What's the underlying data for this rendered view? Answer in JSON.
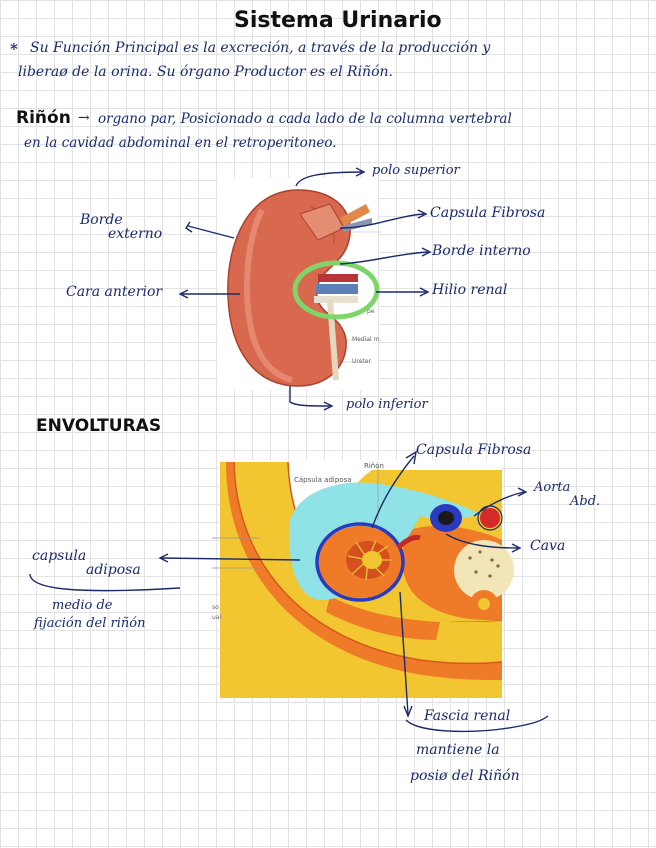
{
  "title": "Sistema Urinario",
  "intro": {
    "bullet": "*",
    "line1": "Su Función Principal es la excreción, a través de la producción y",
    "line2": "liberaø de la orina. Su órgano Productor es el Riñón."
  },
  "rinon": {
    "term": "Riñón",
    "arrow": "→",
    "line1": "organo par, Posicionado a cada lado de la columna vertebral",
    "line2": "en la cavidad abdominal en el retroperitoneo."
  },
  "kidney_labels": {
    "polo_superior": "polo superior",
    "capsula_fibrosa": "Capsula Fibrosa",
    "borde_externo_1": "Borde",
    "borde_externo_2": "externo",
    "borde_interno": "Borde interno",
    "cara_anterior": "Cara anterior",
    "hilio_renal": "Hilio renal",
    "polo_inferior": "polo inferior"
  },
  "figure1_small_labels": {
    "pe": "pe",
    "medial": "Medial m.",
    "ureter": "Ureter"
  },
  "envolturas": {
    "heading": "ENVOLTURAS",
    "capsula_fibrosa": "Capsula Fibrosa",
    "aorta_1": "Aorta",
    "aorta_2": "Abd.",
    "cava": "Cava",
    "capsula_adiposa_1": "capsula",
    "capsula_adiposa_2": "adiposa",
    "medio_1": "medio de",
    "medio_2": "fijación del riñón",
    "fascia_renal": "Fascia renal",
    "mantiene_1": "mantiene la",
    "mantiene_2": "posiø del Riñón"
  },
  "figure2_small_labels": {
    "rinon": "Riñón",
    "capsula_adiposa": "Cápsula adiposa",
    "so": "so",
    "ual": "ual"
  },
  "colors": {
    "ink": "#1b2a6b",
    "kidney": "#d9694e",
    "highlight_green": "#7ed66a",
    "fat_yellow": "#f2c631",
    "muscle_orange": "#ef7a27",
    "fascia_cyan": "#8fe3e6"
  }
}
